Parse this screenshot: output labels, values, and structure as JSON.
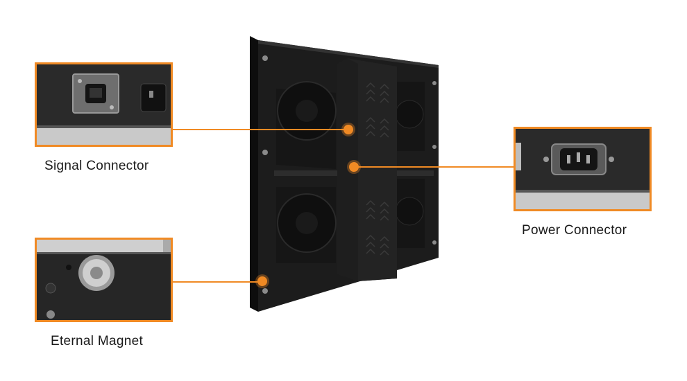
{
  "callouts": {
    "signal": {
      "label": "Signal Connector"
    },
    "power": {
      "label": "Power Connector"
    },
    "magnet": {
      "label": "Eternal Magnet"
    }
  },
  "colors": {
    "accent": "#f08a24",
    "panel": "#1f1f1f",
    "panel_dark": "#141414"
  }
}
